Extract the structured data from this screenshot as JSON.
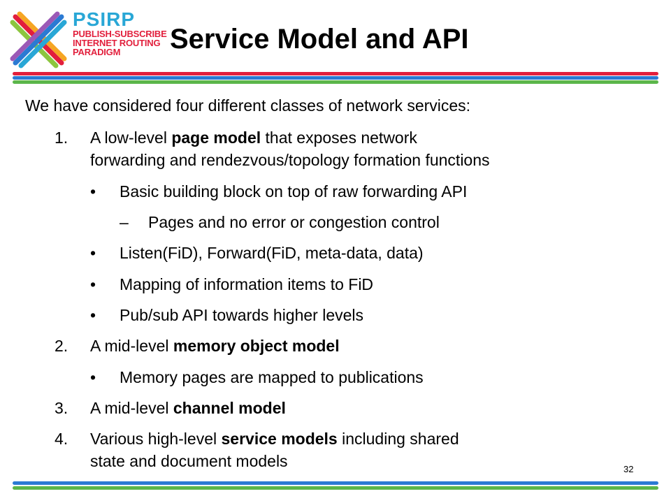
{
  "header": {
    "brand": {
      "name": "PSIRP",
      "line1": "PUBLISH-SUBSCRIBE",
      "line2": "INTERNET ROUTING",
      "line3": "PARADIGM"
    },
    "title": "Service Model and API"
  },
  "colors": {
    "red_rule": "#e21f3c",
    "blue_rule": "#2b7ad3",
    "green_rule": "#5bb64a",
    "brand_blue": "#29a7d6",
    "brand_red": "#e21f3c"
  },
  "content": {
    "intro": "We have considered four different classes of network services:",
    "items": [
      {
        "marker": "1.",
        "pre": "A low-level ",
        "bold": "page model",
        "post": " that exposes network",
        "cont": "forwarding and rendezvous/topology formation functions"
      },
      {
        "marker": "•",
        "text": "Basic building block on top of raw forwarding API"
      },
      {
        "marker": "–",
        "text": "Pages and no error or congestion control"
      },
      {
        "marker": "•",
        "text": "Listen(FiD), Forward(FiD, meta-data, data)"
      },
      {
        "marker": "•",
        "text": "Mapping of information items to FiD"
      },
      {
        "marker": "•",
        "text": "Pub/sub API towards higher levels"
      },
      {
        "marker": "2.",
        "pre": "A mid-level ",
        "bold": "memory object model"
      },
      {
        "marker": "•",
        "text": "Memory pages are mapped to publications"
      },
      {
        "marker": "3.",
        "pre": "A mid-level ",
        "bold": "channel model"
      },
      {
        "marker": "4.",
        "pre": "Various high-level ",
        "bold": "service models",
        "post": " including shared",
        "cont": "state and document models"
      }
    ]
  },
  "footer": {
    "page_number": "32"
  }
}
